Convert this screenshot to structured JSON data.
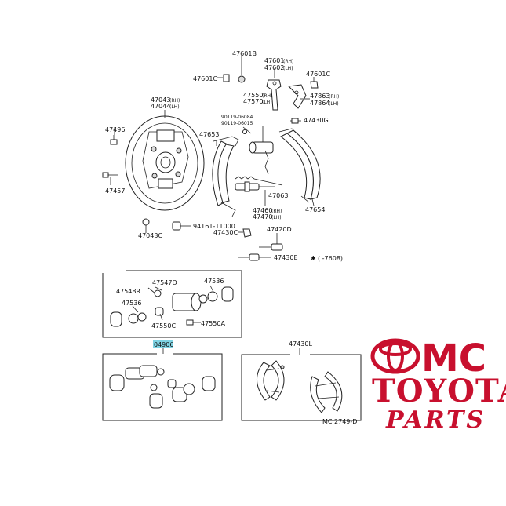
{
  "diagram": {
    "labels": {
      "p47601B": "47601B",
      "p47601C_l": "47601C",
      "p47601C_r": "47601C",
      "p47601": "47601",
      "p47601_sub": "(RH)",
      "p47602": "47602",
      "p47602_sub": "(LH)",
      "p47043": "47043",
      "p47043_sub": "(RH)",
      "p47044": "47044",
      "p47044_sub": "(LH)",
      "p47550": "47550",
      "p47550_sub": "(RH)",
      "p47570": "47570",
      "p47570_sub": "(LH)",
      "p47863": "47863",
      "p47863_sub": "(RH)",
      "p47864": "47864",
      "p47864_sub": "(LH)",
      "p47496": "47496",
      "p90119_1": "90119-06084",
      "p90119_2": "90119-06015",
      "p47430G": "47430G",
      "p47653": "47653",
      "p47457": "47457",
      "p47063": "47063",
      "p47460": "47460",
      "p47460_sub": "(RH)",
      "p47470": "47470",
      "p47470_sub": "(LH)",
      "p47654": "47654",
      "p94161": "94161-11000",
      "p47043C": "47043C",
      "p47430C": "47430C",
      "p47420D": "47420D",
      "p47430E": "47430E",
      "note": "(   -7608)",
      "p47548R": "47548R",
      "p47547D": "47547D",
      "p47536_a": "47536",
      "p47536_b": "47536",
      "p47550C": "47550C",
      "p47550A": "47550A",
      "kit": "04906",
      "p47430L": "47430L",
      "ref": "MC 2749-D"
    }
  },
  "watermark": {
    "brand": "MC",
    "line1": "TOYOTA",
    "line2": "PARTS"
  }
}
